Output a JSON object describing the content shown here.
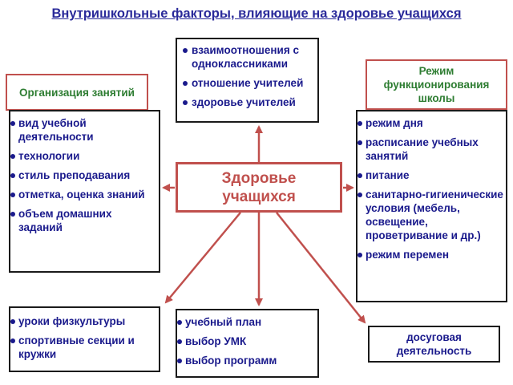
{
  "title": "Внутришкольные факторы, влияющие на здоровье учащихся",
  "center": {
    "label": "Здоровье учащихся"
  },
  "top_box": {
    "items": [
      "взаимоотношения с одноклассниками",
      "отношение учителей",
      "здоровье учителей"
    ]
  },
  "left_header": {
    "label": "Организация занятий"
  },
  "left_box": {
    "items": [
      "вид учебной деятельности",
      "технологии",
      "стиль преподавания",
      "отметка, оценка знаний",
      "объем домашних заданий"
    ]
  },
  "right_header": {
    "label": "Режим функционирования школы"
  },
  "right_box": {
    "items": [
      "режим дня",
      "расписание учебных занятий",
      "питание",
      "санитарно-гигиенические условия (мебель, освещение, проветривание и др.)",
      "режим перемен"
    ]
  },
  "bottom_left_box": {
    "items": [
      "уроки физкультуры",
      "спортивные секции и кружки"
    ]
  },
  "bottom_center_box": {
    "items": [
      "учебный план",
      "выбор УМК",
      "выбор программ"
    ]
  },
  "bottom_right_box": {
    "label": "досуговая деятельность"
  },
  "colors": {
    "title": "#2a2a9a",
    "item_text": "#1a1a8c",
    "header_text": "#2e7d32",
    "accent": "#c0504d",
    "border": "#1a1a1a"
  }
}
